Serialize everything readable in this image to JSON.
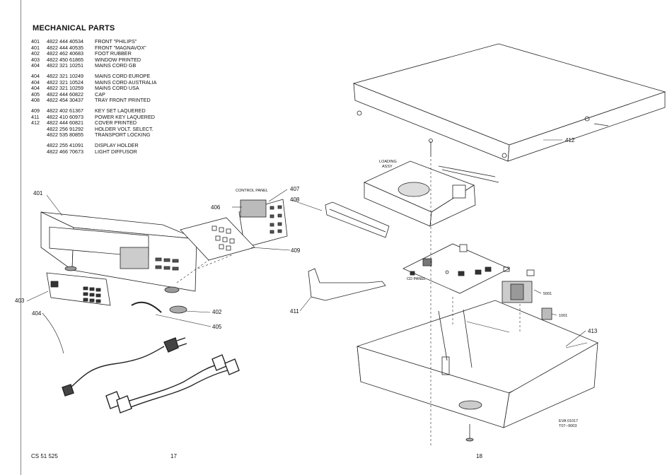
{
  "title": "MECHANICAL PARTS",
  "parts": [
    {
      "num": "401",
      "code": "4822 444 40534",
      "desc": "FRONT \"PHILIPS\""
    },
    {
      "num": "401",
      "code": "4822 444 40535",
      "desc": "FRONT \"MAGNAVOX\""
    },
    {
      "num": "402",
      "code": "4822 462 40683",
      "desc": "FOOT RUBBER"
    },
    {
      "num": "403",
      "code": "4822 450 61865",
      "desc": "WINDOW PRINTED"
    },
    {
      "num": "404",
      "code": "4822 321 10251",
      "desc": "MAINS CORD GB"
    },
    {
      "num": "404",
      "code": "4822 321 10249",
      "desc": "MAINS CORD EUROPE",
      "gap": true
    },
    {
      "num": "404",
      "code": "4822 321 10524",
      "desc": "MAINS CORD AUSTRALIA"
    },
    {
      "num": "404",
      "code": "4822 321 10259",
      "desc": "MAINS CORD USA"
    },
    {
      "num": "405",
      "code": "4822 444 60822",
      "desc": "CAP"
    },
    {
      "num": "408",
      "code": "4822 454 30437",
      "desc": "TRAY FRONT PRINTED"
    },
    {
      "num": "409",
      "code": "4822 402 61367",
      "desc": "KEY SET LAQUERED",
      "gap": true
    },
    {
      "num": "411",
      "code": "4822 410 60973",
      "desc": "POWER KEY LAQUERED"
    },
    {
      "num": "412",
      "code": "4822 444 60821",
      "desc": "COVER PRINTED"
    },
    {
      "num": "",
      "code": "4822 256 91292",
      "desc": "HOLDER VOLT. SELECT."
    },
    {
      "num": "",
      "code": "4822 535 80855",
      "desc": "TRANSPORT LOCKING"
    },
    {
      "num": "",
      "code": "4822 255 41091",
      "desc": "DISPLAY HOLDER",
      "gap": true
    },
    {
      "num": "",
      "code": "4822 466 70673",
      "desc": "LIGHT DIFFUSOR"
    }
  ],
  "labels": {
    "l401": "401",
    "l402": "402",
    "l403": "403",
    "l404": "404",
    "l405": "405",
    "l406": "406",
    "l407": "407",
    "l408": "408",
    "l409": "409",
    "l411": "411",
    "l412": "412",
    "l413": "413",
    "control_panel": "CONTROL PANEL",
    "loading_assy_1": "LOADING",
    "loading_assy_2": "ASSY",
    "cd_panel": "CD PANEL",
    "p5001": "5001",
    "p1001": "1001",
    "eva_1": "EVA 01017",
    "eva_2": "T07--9003"
  },
  "footer": {
    "doc_code": "CS 51 525",
    "page_left": "17",
    "page_right": "18"
  }
}
